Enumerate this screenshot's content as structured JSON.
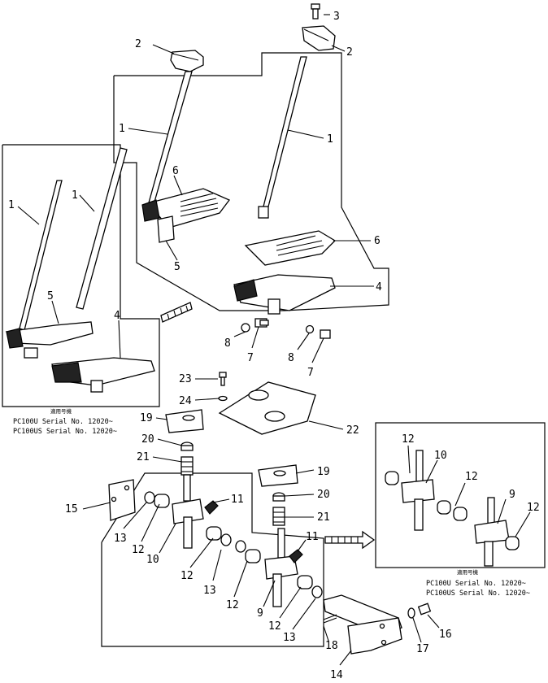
{
  "labels": {
    "p1": "1",
    "p2": "2",
    "p3": "3",
    "p4": "4",
    "p5": "5",
    "p6": "6",
    "p7": "7",
    "p8": "8",
    "p9": "9",
    "p10": "10",
    "p11": "11",
    "p12": "12",
    "p13": "13",
    "p14": "14",
    "p15": "15",
    "p16": "16",
    "p17": "17",
    "p18": "18",
    "p19": "19",
    "p20": "20",
    "p21": "21",
    "p22": "22",
    "p23": "23",
    "p24": "24"
  },
  "notes": {
    "left": {
      "jp": "適用号機",
      "line1": "PC100U  Serial No. 12020~",
      "line2": "PC100US Serial No. 12020~"
    },
    "right": {
      "jp": "適用号機",
      "line1": "PC100U  Serial No. 12020~",
      "line2": "PC100US Serial No. 12020~"
    }
  }
}
